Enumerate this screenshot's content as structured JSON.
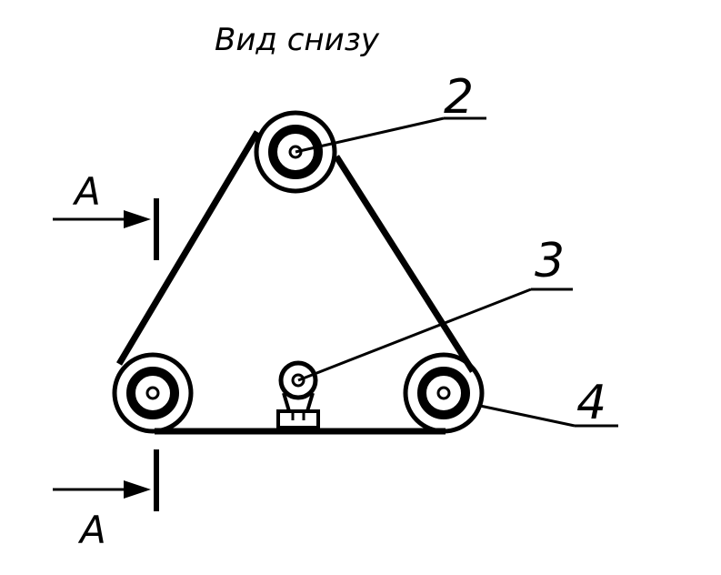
{
  "title": "Вид снизу",
  "callouts": {
    "pulley_top": "2",
    "idler": "3",
    "pulley_right": "4"
  },
  "section": {
    "top_label": "A",
    "bottom_label": "A"
  },
  "colors": {
    "ink": "#000000",
    "background": "#ffffff"
  }
}
